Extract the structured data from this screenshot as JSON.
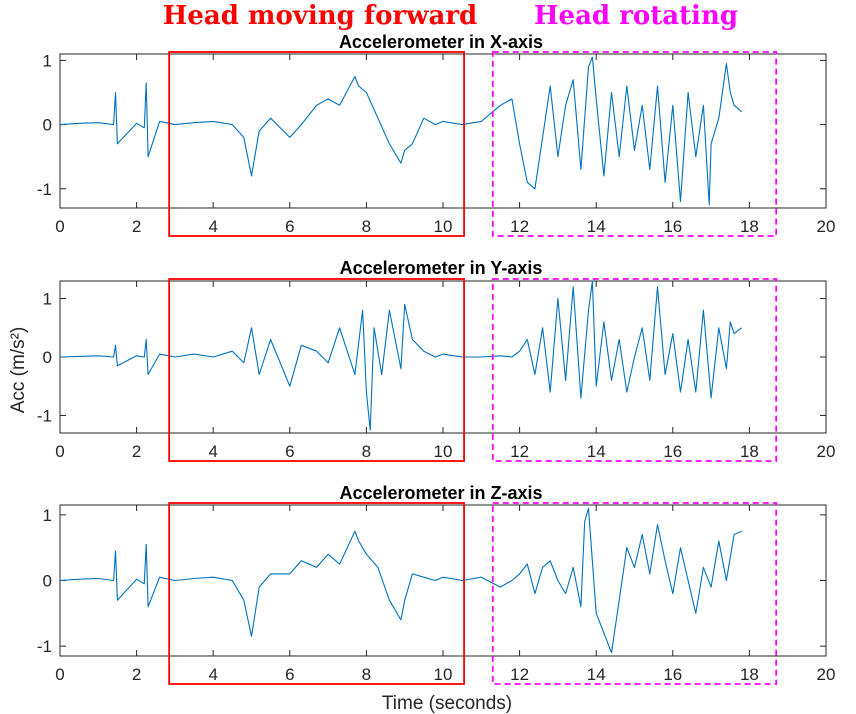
{
  "annotations": {
    "forward_label": "Head moving forward",
    "forward_color": "#ff0000",
    "forward_range": [
      2.85,
      10.55
    ],
    "rotate_label": "Head rotating",
    "rotate_color": "#ff00ff",
    "rotate_range": [
      11.3,
      18.7
    ]
  },
  "chart_data": [
    {
      "type": "line",
      "title": "Accelerometer in X-axis",
      "xlim": [
        0,
        20
      ],
      "ylim": [
        -1.3,
        1.1
      ],
      "xticks": [
        0,
        2,
        4,
        6,
        8,
        10,
        12,
        14,
        16,
        18,
        20
      ],
      "yticks": [
        -1,
        0,
        1
      ],
      "series": [
        {
          "color": "#0072bd",
          "x": [
            0,
            0.5,
            1.0,
            1.4,
            1.45,
            1.5,
            2.0,
            2.2,
            2.25,
            2.3,
            2.6,
            3.0,
            3.5,
            4.0,
            4.5,
            4.8,
            5.0,
            5.2,
            5.5,
            6.0,
            6.3,
            6.7,
            7.0,
            7.3,
            7.7,
            7.8,
            8.0,
            8.3,
            8.6,
            8.9,
            9.0,
            9.2,
            9.5,
            9.8,
            10.0,
            10.5,
            11.0,
            11.5,
            11.8,
            12.0,
            12.2,
            12.4,
            12.6,
            12.8,
            13.0,
            13.2,
            13.4,
            13.6,
            13.8,
            13.9,
            14.0,
            14.2,
            14.4,
            14.6,
            14.8,
            15.0,
            15.2,
            15.4,
            15.6,
            15.8,
            16.0,
            16.2,
            16.4,
            16.6,
            16.8,
            16.95,
            17.0,
            17.2,
            17.4,
            17.5,
            17.6,
            17.8
          ],
          "y": [
            0.0,
            0.02,
            0.03,
            0.0,
            0.5,
            -0.3,
            0.02,
            -0.05,
            0.65,
            -0.5,
            0.05,
            0.0,
            0.03,
            0.05,
            0.0,
            -0.2,
            -0.8,
            -0.1,
            0.1,
            -0.2,
            0.0,
            0.3,
            0.4,
            0.3,
            0.75,
            0.6,
            0.5,
            0.1,
            -0.3,
            -0.6,
            -0.4,
            -0.3,
            0.1,
            0.0,
            0.05,
            0.0,
            0.05,
            0.3,
            0.4,
            -0.3,
            -0.9,
            -1.0,
            -0.2,
            0.6,
            -0.5,
            0.3,
            0.7,
            -0.7,
            0.9,
            1.05,
            0.4,
            -0.8,
            0.5,
            -0.5,
            0.6,
            -0.4,
            0.3,
            -0.7,
            0.6,
            -0.9,
            0.3,
            -1.2,
            0.5,
            -0.5,
            0.3,
            -1.25,
            -0.3,
            0.1,
            0.95,
            0.5,
            0.3,
            0.2
          ]
        }
      ]
    },
    {
      "type": "line",
      "title": "Accelerometer in Y-axis",
      "xlim": [
        0,
        20
      ],
      "ylim": [
        -1.3,
        1.3
      ],
      "xticks": [
        0,
        2,
        4,
        6,
        8,
        10,
        12,
        14,
        16,
        18,
        20
      ],
      "yticks": [
        -1,
        0,
        1
      ],
      "series": [
        {
          "color": "#0072bd",
          "x": [
            0,
            0.5,
            1.0,
            1.4,
            1.45,
            1.5,
            2.0,
            2.2,
            2.25,
            2.3,
            2.6,
            3.0,
            3.5,
            4.0,
            4.5,
            4.8,
            5.0,
            5.2,
            5.5,
            6.0,
            6.3,
            6.7,
            7.0,
            7.3,
            7.7,
            7.9,
            8.0,
            8.1,
            8.2,
            8.4,
            8.6,
            8.9,
            9.0,
            9.2,
            9.5,
            9.8,
            10.0,
            10.5,
            11.0,
            11.5,
            11.8,
            12.0,
            12.2,
            12.4,
            12.6,
            12.8,
            13.0,
            13.2,
            13.4,
            13.6,
            13.8,
            13.9,
            14.0,
            14.2,
            14.4,
            14.6,
            14.8,
            15.0,
            15.2,
            15.4,
            15.6,
            15.8,
            16.0,
            16.2,
            16.4,
            16.6,
            16.8,
            17.0,
            17.2,
            17.4,
            17.5,
            17.6,
            17.8
          ],
          "y": [
            0.0,
            0.01,
            0.02,
            0.0,
            0.2,
            -0.15,
            0.02,
            0.0,
            0.3,
            -0.3,
            0.05,
            0.0,
            0.05,
            0.0,
            0.1,
            -0.1,
            0.5,
            -0.3,
            0.3,
            -0.5,
            0.2,
            0.1,
            -0.1,
            0.5,
            -0.3,
            0.8,
            -0.6,
            -1.25,
            0.5,
            -0.3,
            0.8,
            -0.2,
            0.9,
            0.3,
            0.1,
            0.0,
            0.05,
            0.0,
            0.0,
            0.02,
            0.0,
            0.1,
            0.3,
            -0.3,
            0.5,
            -0.6,
            1.0,
            -0.4,
            1.2,
            -0.7,
            0.8,
            1.3,
            -0.5,
            0.6,
            -0.4,
            0.3,
            -0.6,
            0.0,
            0.5,
            -0.4,
            1.2,
            -0.3,
            0.4,
            -0.6,
            0.3,
            -0.6,
            0.8,
            -0.7,
            0.5,
            -0.2,
            0.6,
            0.4,
            0.5
          ]
        }
      ]
    },
    {
      "type": "line",
      "title": "Accelerometer in Z-axis",
      "xlim": [
        0,
        20
      ],
      "ylim": [
        -1.15,
        1.15
      ],
      "xticks": [
        0,
        2,
        4,
        6,
        8,
        10,
        12,
        14,
        16,
        18,
        20
      ],
      "yticks": [
        -1,
        0,
        1
      ],
      "series": [
        {
          "color": "#0072bd",
          "x": [
            0,
            0.5,
            1.0,
            1.4,
            1.45,
            1.5,
            2.0,
            2.2,
            2.25,
            2.3,
            2.6,
            3.0,
            3.5,
            4.0,
            4.5,
            4.8,
            5.0,
            5.2,
            5.5,
            6.0,
            6.3,
            6.7,
            7.0,
            7.3,
            7.7,
            7.8,
            8.0,
            8.3,
            8.6,
            8.9,
            9.0,
            9.2,
            9.5,
            9.8,
            10.0,
            10.5,
            11.0,
            11.5,
            11.8,
            12.0,
            12.2,
            12.4,
            12.6,
            12.8,
            13.0,
            13.2,
            13.4,
            13.6,
            13.7,
            13.8,
            14.0,
            14.2,
            14.4,
            14.6,
            14.8,
            15.0,
            15.2,
            15.4,
            15.6,
            15.8,
            16.0,
            16.2,
            16.4,
            16.6,
            16.8,
            17.0,
            17.2,
            17.4,
            17.6,
            17.8
          ],
          "y": [
            0.0,
            0.02,
            0.03,
            0.0,
            0.45,
            -0.3,
            0.02,
            -0.05,
            0.55,
            -0.4,
            0.05,
            0.0,
            0.03,
            0.05,
            0.0,
            -0.3,
            -0.85,
            -0.1,
            0.1,
            0.1,
            0.3,
            0.2,
            0.4,
            0.25,
            0.75,
            0.6,
            0.4,
            0.2,
            -0.3,
            -0.6,
            -0.3,
            0.1,
            0.05,
            0.0,
            0.05,
            0.0,
            0.05,
            -0.1,
            0.0,
            0.1,
            0.25,
            -0.2,
            0.2,
            0.3,
            0.0,
            -0.2,
            0.2,
            -0.4,
            0.9,
            1.1,
            -0.5,
            -0.8,
            -1.1,
            -0.3,
            0.5,
            0.2,
            0.7,
            0.1,
            0.85,
            0.3,
            -0.2,
            0.5,
            0.0,
            -0.5,
            0.2,
            -0.1,
            0.6,
            0.0,
            0.7,
            0.75
          ]
        }
      ]
    }
  ],
  "ylabel": "Acc (m/s²)",
  "xlabel": "Time (seconds)"
}
